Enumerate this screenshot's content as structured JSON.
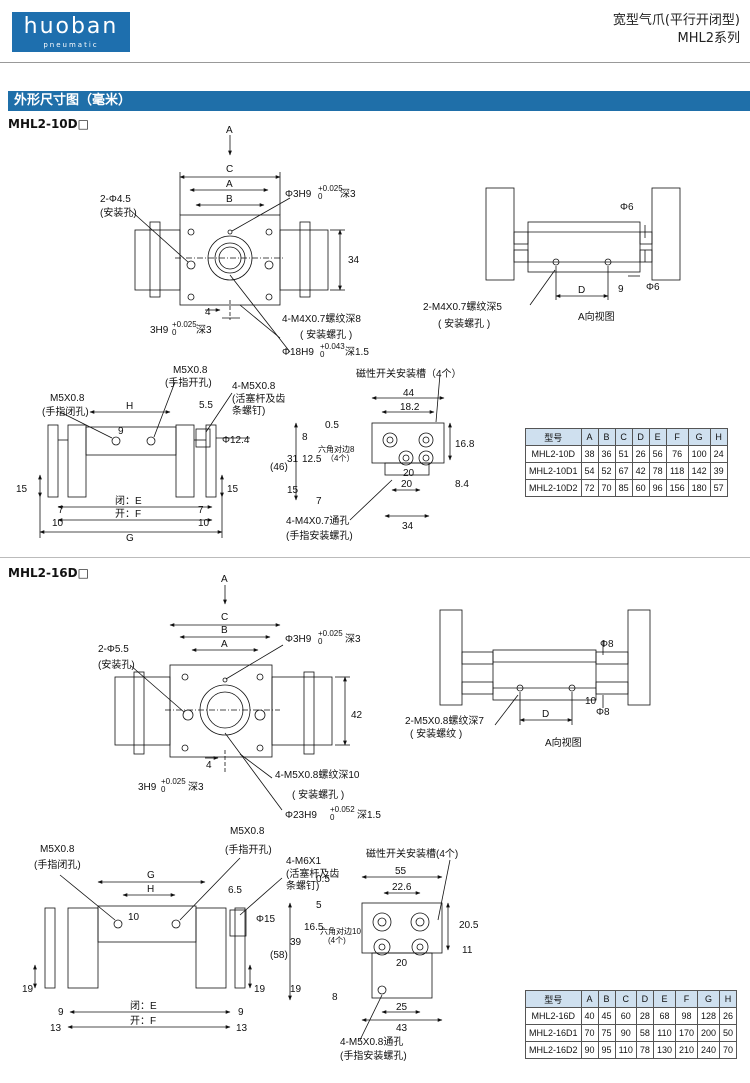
{
  "brand": {
    "name": "huoban",
    "tagline": "pneumatic"
  },
  "header": {
    "title_line1": "宽型气爪(平行开闭型)",
    "title_line2": "MHL2系列"
  },
  "section_bar": "外形尺寸图（毫米）",
  "model1": {
    "label": "MHL2-10D□",
    "top": {
      "arrowA": "A",
      "C": "C",
      "A": "A",
      "B": "B",
      "mount": "2-Φ4.5",
      "mount_note": "(安装孔)",
      "pin1": "Φ3H9",
      "pin1_tol": "+0.025",
      "pin1_tol0": "0",
      "pin1_depth": "深3",
      "h34": "34",
      "d4": "4",
      "pin2": "3H9",
      "pin2_tol": "+0.025",
      "pin2_tol0": "0",
      "pin2_depth": "深3",
      "thread": "4-M4X0.7螺纹深8",
      "thread_note": "( 安装螺孔 )",
      "bore": "Φ18H9",
      "bore_tol": "+0.043",
      "bore_tol0": "0",
      "bore_depth": "深1.5"
    },
    "aview": {
      "phi6a": "Φ6",
      "phi6b": "Φ6",
      "d9": "9",
      "D": "D",
      "thread": "2-M4X0.7螺纹深5",
      "thread_note": "( 安装螺孔 )",
      "caption": "A向视图"
    },
    "front": {
      "m5_close": "M5X0.8",
      "m5_close_note": "(手指闭孔)",
      "m5_open": "M5X0.8",
      "m5_open_note": "(手指开孔)",
      "piston": "4-M5X0.8",
      "piston_note1": "(活塞杆及齿",
      "piston_note2": "条螺钉)",
      "H": "H",
      "d9": "9",
      "d5_5": "5.5",
      "phi12": "Φ12.4",
      "d15a": "15",
      "d15b": "15",
      "d7a": "7",
      "d7b": "7",
      "d10a": "10",
      "d10b": "10",
      "close_E": "闭：E",
      "open_F": "开：F",
      "G": "G"
    },
    "side": {
      "switch": "磁性开关安装槽（4个）",
      "d44": "44",
      "d18_2": "18.2",
      "d0_5": "0.5",
      "d8": "8",
      "d12_5": "12.5",
      "d31": "31",
      "d46": "(46)",
      "d15": "15",
      "d7": "7",
      "hex": "六角对边8",
      "hex_n": "（4个）",
      "d20a": "20",
      "d20b": "20",
      "d34": "34",
      "d16_8": "16.8",
      "d8_4": "8.4",
      "thread": "4-M4X0.7通孔",
      "thread_note": "(手指安装螺孔)"
    },
    "table": {
      "headers": [
        "型号",
        "A",
        "B",
        "C",
        "D",
        "E",
        "F",
        "G",
        "H"
      ],
      "rows": [
        [
          "MHL2-10D",
          "38",
          "36",
          "51",
          "26",
          "56",
          "76",
          "100",
          "24"
        ],
        [
          "MHL2-10D1",
          "54",
          "52",
          "67",
          "42",
          "78",
          "118",
          "142",
          "39"
        ],
        [
          "MHL2-10D2",
          "72",
          "70",
          "85",
          "60",
          "96",
          "156",
          "180",
          "57"
        ]
      ]
    }
  },
  "model2": {
    "label": "MHL2-16D□",
    "top": {
      "arrowA": "A",
      "C": "C",
      "B": "B",
      "A": "A",
      "mount": "2-Φ5.5",
      "mount_note": "(安装孔)",
      "pin1": "Φ3H9",
      "pin1_tol": "+0.025",
      "pin1_tol0": "0",
      "pin1_depth": "深3",
      "h42": "42",
      "d4": "4",
      "pin2": "3H9",
      "pin2_tol": "+0.025",
      "pin2_tol0": "0",
      "pin2_depth": "深3",
      "thread": "4-M5X0.8螺纹深10",
      "thread_note": "( 安装螺孔 )",
      "bore": "Φ23H9",
      "bore_tol": "+0.052",
      "bore_tol0": "0",
      "bore_depth": "深1.5"
    },
    "aview": {
      "phi8a": "Φ8",
      "phi8b": "Φ8",
      "d10": "10",
      "D": "D",
      "thread": "2-M5X0.8螺纹深7",
      "thread_note": "( 安装螺纹 )",
      "caption": "A向视图"
    },
    "front": {
      "m5_close": "M5X0.8",
      "m5_close_note": "(手指闭孔)",
      "m5_open": "M5X0.8",
      "m5_open_note": "(手指开孔)",
      "piston": "4-M6X1",
      "piston_note1": "(活塞杆及齿",
      "piston_note2": "条螺钉)",
      "G": "G",
      "H": "H",
      "d10": "10",
      "d6_5": "6.5",
      "phi15": "Φ15",
      "d19a": "19",
      "d19b": "19",
      "d9a": "9",
      "d9b": "9",
      "d13a": "13",
      "d13b": "13",
      "close_E": "闭：E",
      "open_F": "开：F"
    },
    "side": {
      "switch": "磁性开关安装槽(4个)",
      "d55": "55",
      "d22_6": "22.6",
      "d0_5": "0.5",
      "d5": "5",
      "d16_5": "16.5",
      "d39": "39",
      "d58": "(58)",
      "d19": "19",
      "d8": "8",
      "hex": "六角对边10",
      "hex_n": "(4个)",
      "d20": "20",
      "d25": "25",
      "d43": "43",
      "d20_5": "20.5",
      "d11": "11",
      "thread": "4-M5X0.8通孔",
      "thread_note": "(手指安装螺孔)"
    },
    "table": {
      "headers": [
        "型号",
        "A",
        "B",
        "C",
        "D",
        "E",
        "F",
        "G",
        "H"
      ],
      "rows": [
        [
          "MHL2-16D",
          "40",
          "45",
          "60",
          "28",
          "68",
          "98",
          "128",
          "26"
        ],
        [
          "MHL2-16D1",
          "70",
          "75",
          "90",
          "58",
          "110",
          "170",
          "200",
          "50"
        ],
        [
          "MHL2-16D2",
          "90",
          "95",
          "110",
          "78",
          "130",
          "210",
          "240",
          "70"
        ]
      ]
    }
  }
}
